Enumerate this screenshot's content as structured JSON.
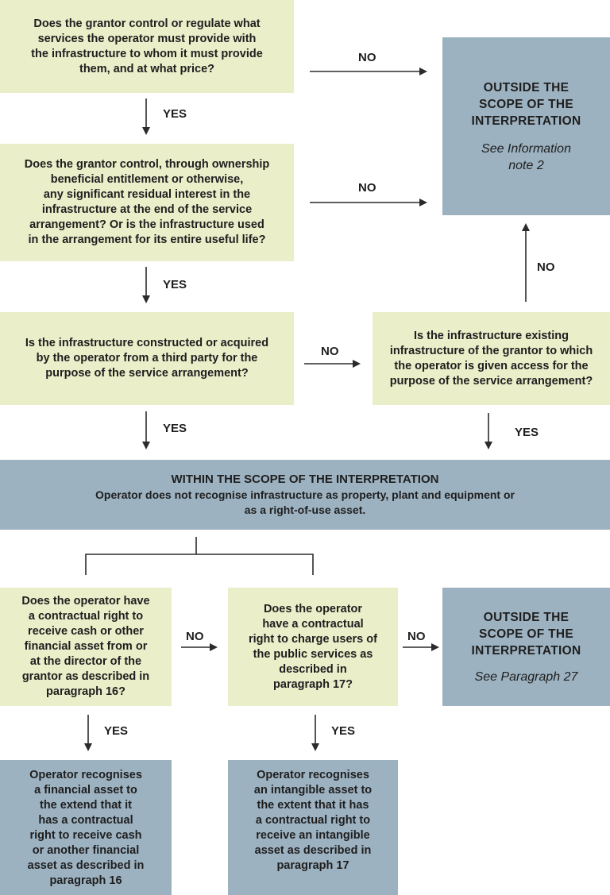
{
  "colors": {
    "question_fill": "#eaeec9",
    "outcome_fill": "#9db2c1",
    "arrow": "#2b2b2b"
  },
  "q1": {
    "lines": [
      "Does the grantor control or regulate what",
      "services the operator must provide with",
      "the infrastructure to whom it must provide",
      "them, and at what price?"
    ]
  },
  "q2": {
    "lines": [
      "Does the grantor control, through ownership",
      "beneficial entitlement or otherwise,",
      "any significant residual interest in the",
      "infrastructure at the end of the service",
      "arrangement? Or is the infrastructure used",
      "in the arrangement for its entire useful life?"
    ]
  },
  "q3": {
    "lines": [
      "Is the infrastructure constructed or acquired",
      "by the operator from a third party for the",
      "purpose of the service arrangement?"
    ]
  },
  "q4": {
    "lines": [
      "Is the infrastructure existing",
      "infrastructure of the grantor to which",
      "the operator is given access for the",
      "purpose of the service arrangement?"
    ]
  },
  "outside1": {
    "title_lines": [
      "OUTSIDE THE",
      "SCOPE OF THE",
      "INTERPRETATION"
    ],
    "note_lines": [
      "See Information",
      "note 2"
    ]
  },
  "within": {
    "title": "WITHIN THE SCOPE OF THE INTERPRETATION",
    "sub_lines": [
      "Operator does not recognise infrastructure as property, plant and equipment or",
      "as a right-of-use asset."
    ]
  },
  "q5": {
    "lines": [
      "Does the operator have",
      "a contractual right to",
      "receive cash or other",
      "financial asset from or",
      "at the director of the",
      "grantor as described in",
      "paragraph 16?"
    ]
  },
  "q6": {
    "lines": [
      "Does the operator",
      "have a contractual",
      "right to charge users of",
      "the public services as",
      "described in",
      "paragraph 17?"
    ]
  },
  "outside2": {
    "title_lines": [
      "OUTSIDE THE",
      "SCOPE OF THE",
      "INTERPRETATION"
    ],
    "note_lines": [
      "See Paragraph 27"
    ]
  },
  "result1": {
    "lines": [
      "Operator recognises",
      "a financial asset to",
      "the extend that it",
      "has a contractual",
      "right to receive cash",
      "or another financial",
      "asset as described in",
      "paragraph 16"
    ]
  },
  "result2": {
    "lines": [
      "Operator recognises",
      "an intangible asset to",
      "the extent that it has",
      "a contractual right to",
      "receive an intangible",
      "asset as described in",
      "paragraph 17"
    ]
  },
  "labels": {
    "no1": "NO",
    "no2": "NO",
    "no3": "NO",
    "no4": "NO",
    "no5": "NO",
    "no6": "NO",
    "yes1": "YES",
    "yes2": "YES",
    "yes3": "YES",
    "yes4": "YES",
    "yes5": "YES",
    "yes6": "YES"
  }
}
